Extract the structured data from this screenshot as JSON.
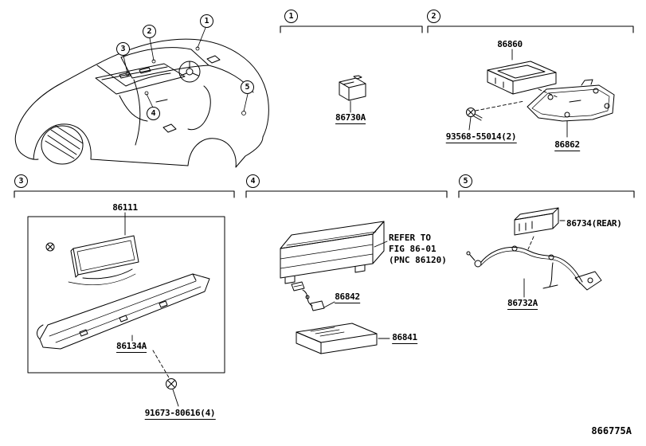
{
  "diagram": {
    "id_label": "866775A",
    "line_color": "#000000",
    "background": "#ffffff"
  },
  "callouts": [
    {
      "num": "1"
    },
    {
      "num": "2"
    },
    {
      "num": "3"
    },
    {
      "num": "4"
    },
    {
      "num": "5"
    }
  ],
  "parts": {
    "p86730a": "86730A",
    "p86860": "86860",
    "p93568": "93568-55014(2)",
    "p86862": "86862",
    "p86111": "86111",
    "p86134a": "86134A",
    "p91673": "91673-80616(4)",
    "p86842": "86842",
    "p86841": "86841",
    "p86734": "86734",
    "p86734_loc": "(REAR)",
    "p86732a": "86732A"
  },
  "note": {
    "line1": "REFER TO",
    "line2": "FIG 86-01",
    "line3": "(PNC 86120)"
  }
}
